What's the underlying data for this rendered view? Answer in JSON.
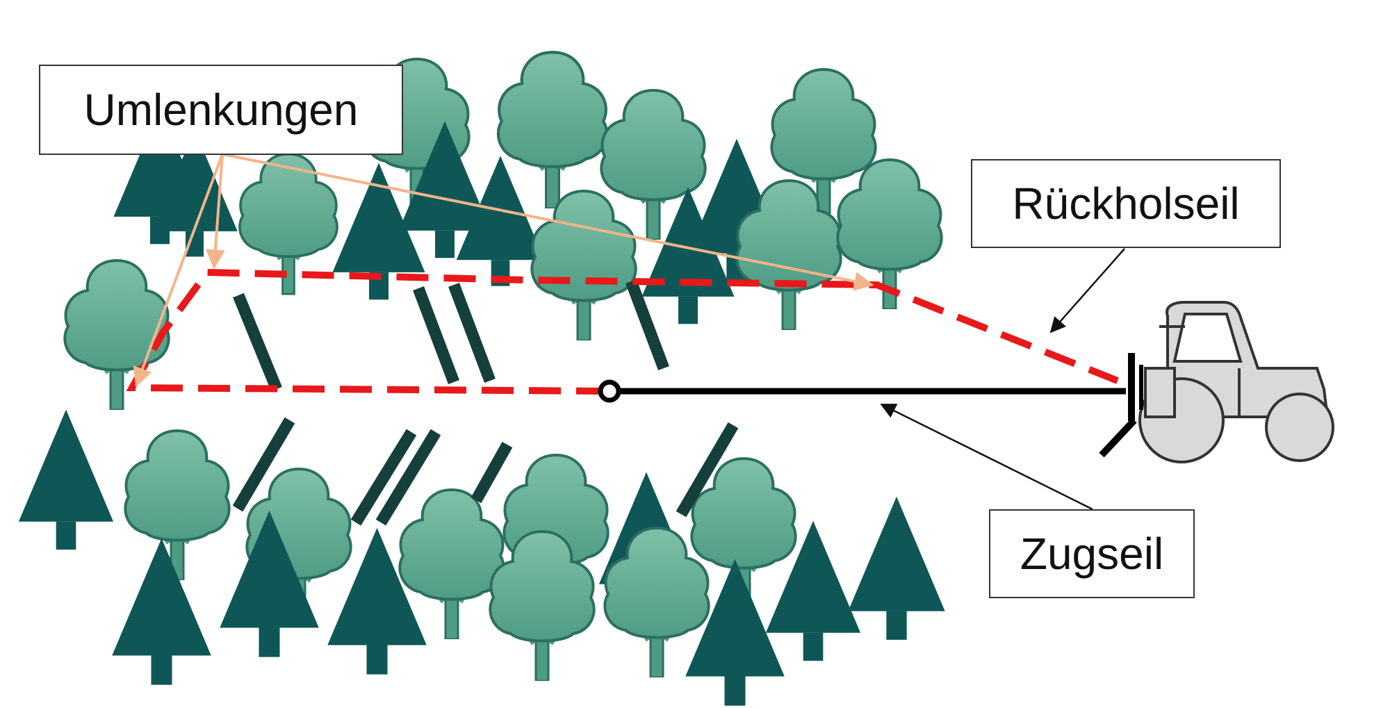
{
  "labels": {
    "umlenkungen": "Umlenkungen",
    "rueckholseil": "Rückholseil",
    "zugseil": "Zugseil"
  },
  "colors": {
    "broadleaf_tree": "#6aaf97",
    "broadleaf_outline": "#2b6f60",
    "conifer_tree": "#0e5756",
    "log": "#153f3a",
    "return_rope": "#e8181b",
    "pull_rope": "#000000",
    "deflection_arrows": "#f4b48a",
    "tractor": "#d9d9d9"
  },
  "icons": [
    "broadleaf-tree-icon",
    "conifer-tree-icon",
    "tractor-icon",
    "pulley-icon",
    "log-icon"
  ]
}
